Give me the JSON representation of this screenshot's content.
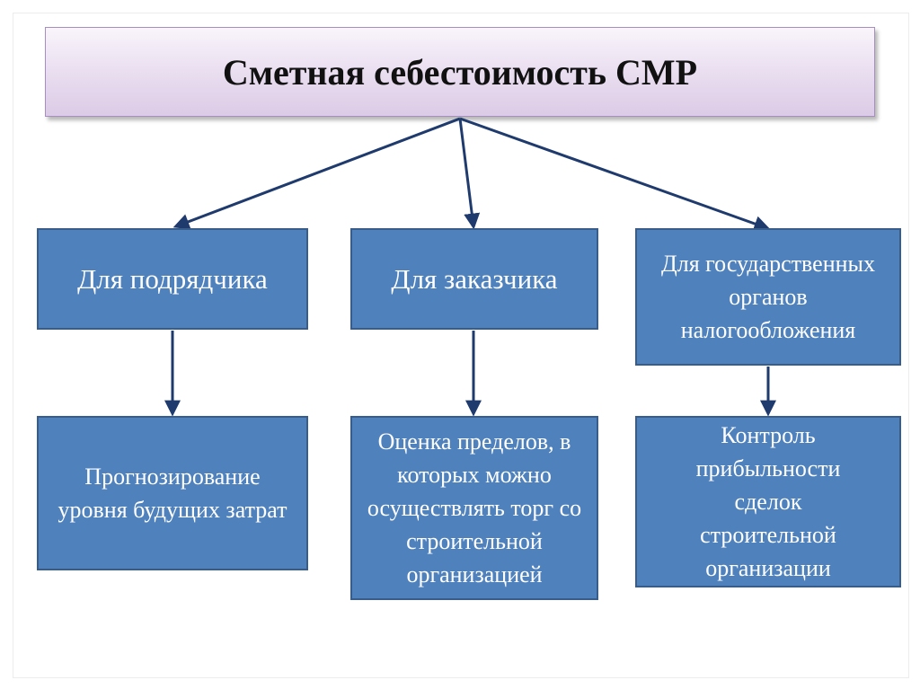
{
  "title": "Сметная себестоимость СМР",
  "level1": {
    "contractor": "Для подрядчика",
    "customer": "Для заказчика",
    "tax": "Для государственных органов налогообложения"
  },
  "level2": {
    "contractor": "Прогнозирование уровня будущих затрат",
    "customer": "Оценка пределов, в которых можно осуществлять торг со строительной организацией",
    "tax": "Контроль прибыльности сделок строительной организации"
  },
  "colors": {
    "box_fill": "#4f81bd",
    "box_border": "#385d8a",
    "arrow": "#1f3a6d",
    "title_fill": "#e8dcef"
  }
}
